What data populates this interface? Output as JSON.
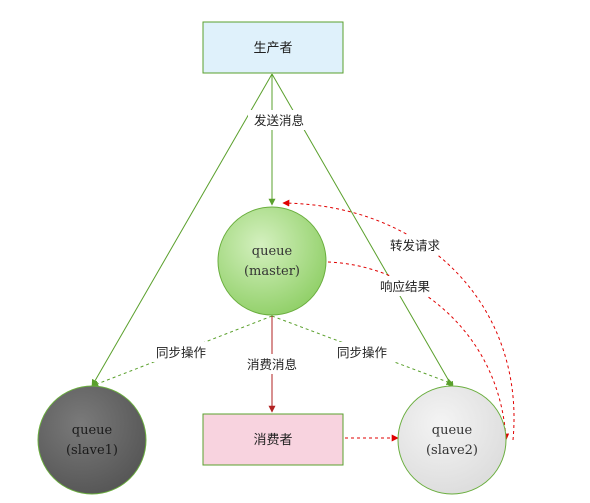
{
  "nodes": {
    "producer": {
      "label": "生产者"
    },
    "consumer": {
      "label": "消费者"
    },
    "master": {
      "line1": "queue",
      "line2": "(master)"
    },
    "slave1": {
      "line1": "queue",
      "line2": "(slave1)"
    },
    "slave2": {
      "line1": "queue",
      "line2": "(slave2)"
    }
  },
  "edges": {
    "send_message": "发送消息",
    "consume_message": "消费消息",
    "sync_left": "同步操作",
    "sync_right": "同步操作",
    "forward_request": "转发请求",
    "response_result": "响应结果"
  },
  "colors": {
    "green_line": "#5aa02c",
    "red_line": "#e00000",
    "dark_red_line": "#b22222",
    "producer_fill": "#dff1fb",
    "consumer_fill": "#f8d3df",
    "master_fill": "#a9dc86",
    "slave1_fill": "#666666",
    "slave2_fill": "#ececec"
  }
}
